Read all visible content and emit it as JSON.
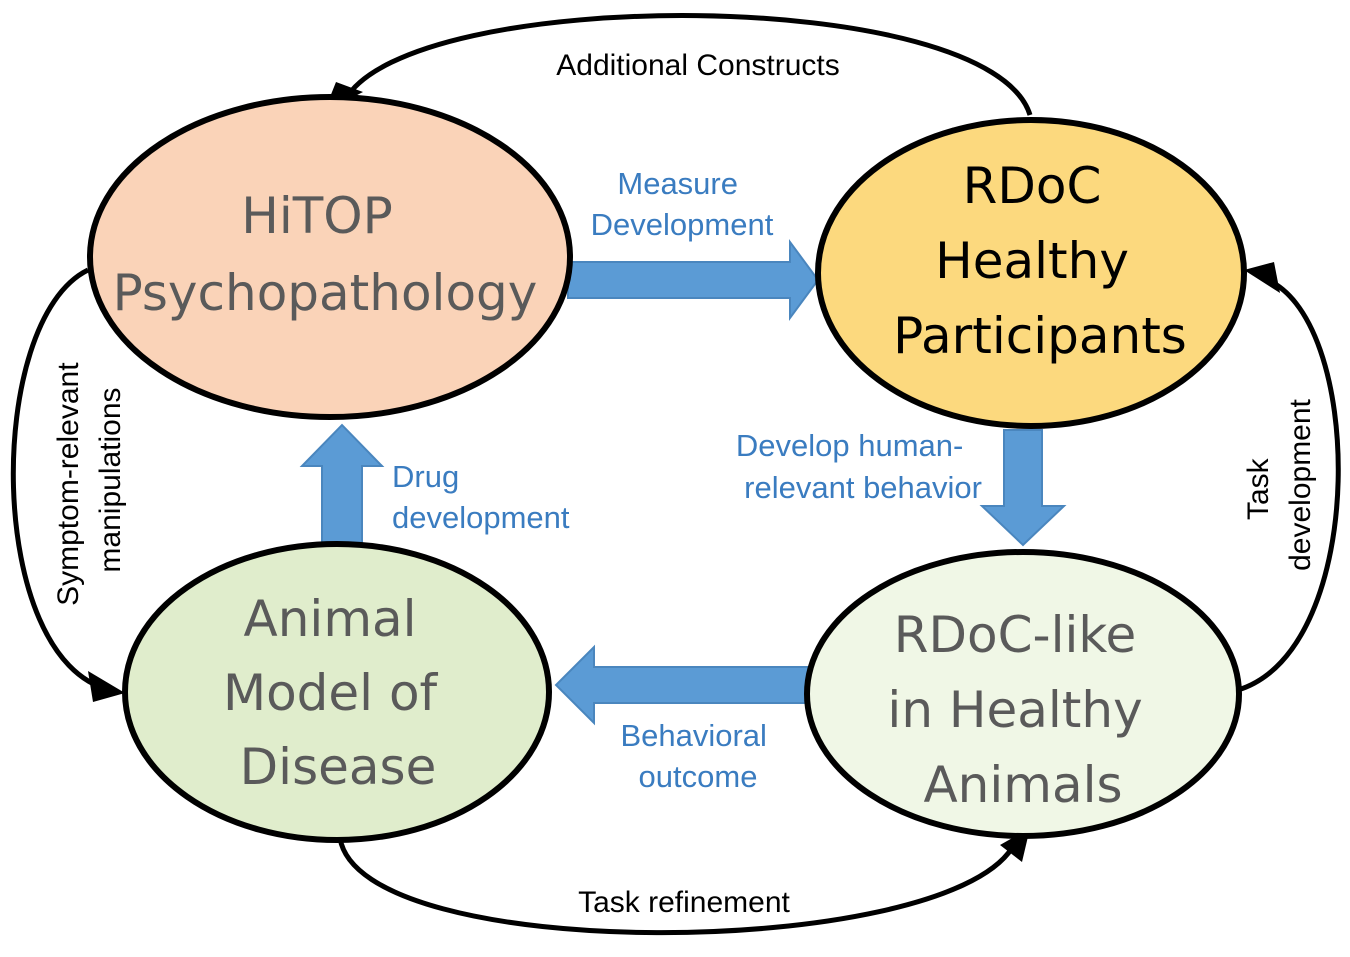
{
  "colors": {
    "hitop_fill": "#FAD3B8",
    "rdoc_human_fill": "#FCD97E",
    "animal_fill": "#E0EDCC",
    "rdoc_animal_fill": "#F0F7E6",
    "outline": "#000000",
    "block_arrow": "#5B9BD5",
    "block_arrow_stroke": "#4A86BE",
    "blue_label": "#3A7CC0",
    "grey_text": "#5A5A5A",
    "black_text": "#000000"
  },
  "nodes": {
    "hitop": {
      "lines": [
        "HiTOP",
        "Psychopathology"
      ]
    },
    "rdoc_human": {
      "lines": [
        "RDoC",
        "Healthy",
        "Participants"
      ]
    },
    "animal_model": {
      "lines": [
        "Animal",
        "Model of",
        "Disease"
      ]
    },
    "rdoc_animal": {
      "lines": [
        "RDoC-like",
        "in Healthy",
        "Animals"
      ]
    }
  },
  "block_arrows": {
    "measure": {
      "lines": [
        "Measure",
        "Development"
      ]
    },
    "develop": {
      "lines": [
        "Develop human-",
        "relevant behavior"
      ]
    },
    "behavioral": {
      "lines": [
        "Behavioral",
        "outcome"
      ]
    },
    "drug": {
      "lines": [
        "Drug",
        "development"
      ]
    }
  },
  "curved_arrows": {
    "additional": {
      "label": "Additional Constructs"
    },
    "symptom": {
      "lines": [
        "Symptom-relevant",
        "manipulations"
      ]
    },
    "task_dev": {
      "lines": [
        "Task",
        "development"
      ]
    },
    "task_ref": {
      "label": "Task refinement"
    }
  }
}
